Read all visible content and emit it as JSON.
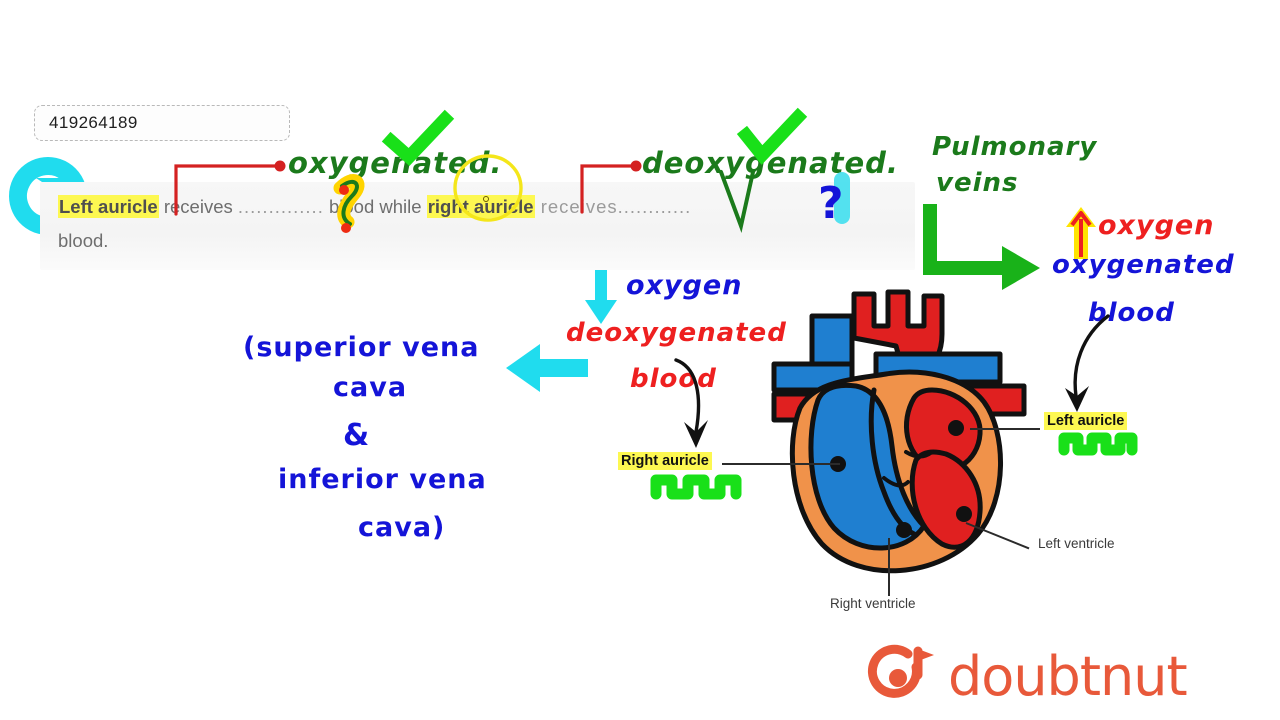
{
  "question_id": "419264189",
  "question": {
    "line1_parts": [
      {
        "text": "Left auricle",
        "highlight": true
      },
      {
        "text": " receives ",
        "highlight": false
      },
      {
        "text": "..............",
        "highlight": false
      },
      {
        "text": " blood while ",
        "highlight": false
      },
      {
        "text": "right auricle",
        "highlight": true
      },
      {
        "text": " receives............",
        "highlight": false
      }
    ],
    "line2": "blood.",
    "highlight_color": "#fdf851"
  },
  "annotations": {
    "oxygenated_green": "oxygenated.",
    "deoxygenated_green": "deoxygenated.",
    "pulmonary_veins": "Pulmonary\nveins",
    "oxygen_red": "oxygen",
    "oxygenated_blood_blue": "oxygenated\nblood",
    "oxygen_blue": "oxygen",
    "deoxygenated_blood_red": "deoxygenated\nblood",
    "vena_cava_blue_l1": "(superior vena",
    "vena_cava_blue_l2": "cava",
    "vena_cava_blue_l3": "&",
    "vena_cava_blue_l4": "inferior  vena",
    "vena_cava_blue_l5": "cava)",
    "question_mark": "?",
    "colors": {
      "green_ink": "#1b7a1b",
      "bright_green": "#19e019",
      "red_ink": "#ef2020",
      "blue_ink": "#1414d8",
      "cyan_ink": "#20dcee",
      "yellow_ink": "#ffe400",
      "black_ink": "#111111",
      "pointer_red": "#d42121"
    }
  },
  "heart_diagram": {
    "labels": [
      {
        "id": "right-auricle",
        "text": "Right auricle",
        "style": "highlighted"
      },
      {
        "id": "left-auricle",
        "text": "Left auricle",
        "style": "highlighted"
      },
      {
        "id": "right-ventricle",
        "text": "Right ventricle",
        "style": "plain"
      },
      {
        "id": "left-ventricle",
        "text": "Left ventricle",
        "style": "plain"
      }
    ],
    "colors": {
      "deoxygenated_blue": "#1f7fd0",
      "oxygenated_red": "#e02020",
      "muscle_orange": "#f0924a",
      "outline": "#111111"
    }
  },
  "brand": {
    "name": "doubtnut",
    "color": "#e8593a"
  },
  "icons": {
    "rotate": "rotate-icon",
    "cursor_circle": "cursor-highlight-circle"
  }
}
